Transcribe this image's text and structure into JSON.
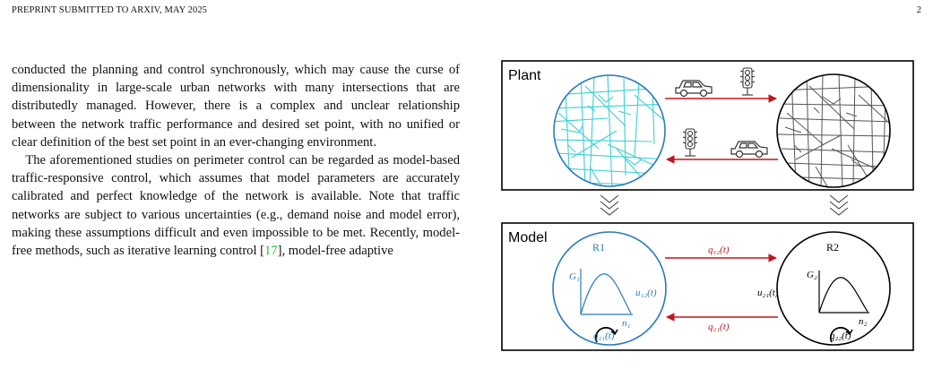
{
  "header": {
    "left": "PREPRINT SUBMITTED TO ARXIV, MAY 2025",
    "page_number": "2"
  },
  "paragraphs": [
    {
      "text": "conducted the planning and control synchronously, which may cause the curse of dimensionality in large-scale urban networks with many intersections that are distributedly managed. However, there is a complex and unclear relationship between the network traffic performance and desired set point, with no unified or clear definition of the best set point in an ever-changing environment.",
      "indent": false
    },
    {
      "text": "The aforementioned studies on perimeter control can be regarded as model-based traffic-responsive control, which assumes that model parameters are accurately calibrated and perfect knowledge of the network is available. Note that traffic networks are subject to various uncertainties (e.g., demand noise and model error), making these assumptions difficult and even impossible to be met. Recently, model-free methods, such as iterative learning control [",
      "citation": "17",
      "after": "], model-free adaptive",
      "indent": true
    }
  ],
  "figure": {
    "plant_label": "Plant",
    "model_label": "Model",
    "region1_label": "R1",
    "region2_label": "R2",
    "q12": "q₁₂(t)",
    "q21": "q₂₁(t)",
    "u12": "u₁₂(t)",
    "u21": "u₂₁(t)",
    "q11": "q₁₁(t)",
    "q22": "q₂₂(t)",
    "g1_ylabel": "G₁",
    "g1_xlabel": "n₁",
    "g2_ylabel": "G₂",
    "g2_xlabel": "n₂",
    "colors": {
      "region1": "#2a7ab8",
      "region1_network": "#3ccfd6",
      "flow_arrow": "#c0161c",
      "region2": "#000000"
    },
    "icons": [
      "car-icon",
      "traffic-light-icon",
      "city-network-map",
      "chevron-down-icon",
      "curved-arrow-icon"
    ]
  }
}
